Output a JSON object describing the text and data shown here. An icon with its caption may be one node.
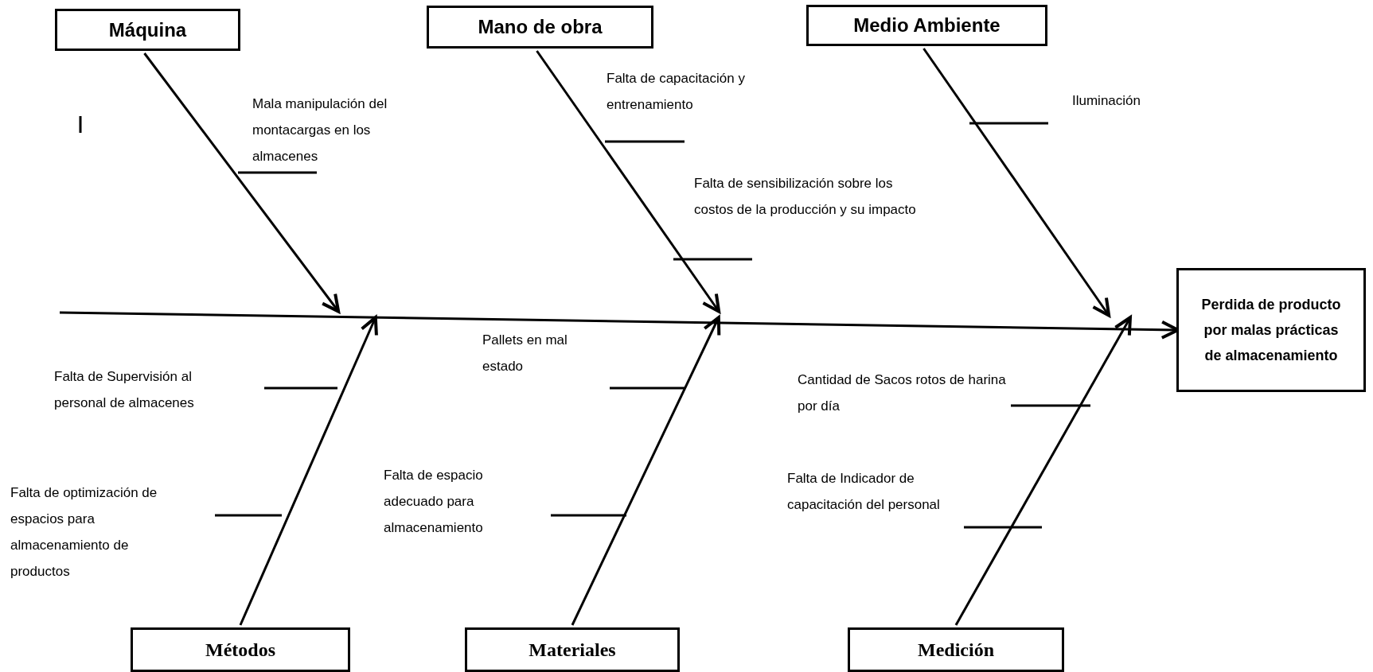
{
  "diagram": {
    "nodes": [
      {
        "text": [
          "Máquina"
        ]
      },
      {
        "text": [
          "Mano de obra"
        ]
      },
      {
        "text": [
          "Medio Ambiente"
        ]
      },
      {
        "text": [
          "Perdida de producto por malas prácticas de almacenamiento"
        ]
      },
      {
        "text": [
          "Métodos"
        ]
      },
      {
        "text": [
          "Materiales"
        ]
      },
      {
        "text": [
          "Medición"
        ]
      }
    ],
    "edges": [
      {
        "from": 0,
        "to": null,
        "arrow": "to"
      },
      {
        "from": 1,
        "to": null,
        "arrow": "to"
      },
      {
        "from": 2,
        "to": null,
        "arrow": "to"
      },
      {
        "from": 4,
        "to": null,
        "arrow": "to"
      },
      {
        "from": 5,
        "to": null,
        "arrow": "to"
      },
      {
        "from": 6,
        "to": null,
        "arrow": "to"
      },
      {
        "from": null,
        "to": 3,
        "arrow": "to"
      }
    ],
    "labels": [
      "Mala manipulación del montacargas en los almacenes",
      "Falta de capacitación y entrenamiento",
      "Iluminación",
      "Falta de sensibilización sobre los costos de la producción y su impacto",
      "Pallets en mal estado",
      "Falta de Supervisión al personal de almacenes",
      "Cantidad de Sacos rotos de harina por día",
      "Falta de espacio adecuado para almacenamiento",
      "Falta de Indicador de capacitación del personal",
      "Falta de optimización de espacios para almacenamiento de productos"
    ]
  }
}
